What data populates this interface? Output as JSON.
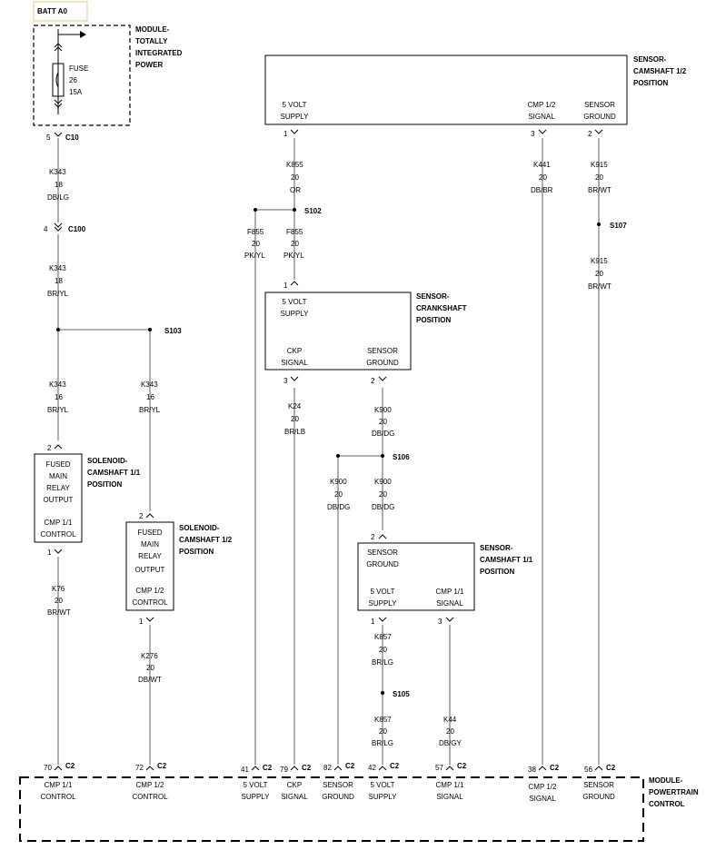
{
  "batt_label": "BATT A0",
  "components": {
    "tip": {
      "l1": "MODULE-",
      "l2": "TOTALLY",
      "l3": "INTEGRATED",
      "l4": "POWER"
    },
    "fuse": {
      "l1": "FUSE",
      "l2": "26",
      "l3": "15A"
    },
    "cmp12_sensor": {
      "l1": "SENSOR-",
      "l2": "CAMSHAFT 1/2",
      "l3": "POSITION",
      "pin1a": "5 VOLT",
      "pin1b": "SUPPLY",
      "pin3a": "CMP 1/2",
      "pin3b": "SIGNAL",
      "pin2a": "SENSOR",
      "pin2b": "GROUND"
    },
    "ckp_sensor": {
      "l1": "SENSOR-",
      "l2": "CRANKSHAFT",
      "l3": "POSITION",
      "pin1a": "5 VOLT",
      "pin1b": "SUPPLY",
      "pin3a": "CKP",
      "pin3b": "SIGNAL",
      "pin2a": "SENSOR",
      "pin2b": "GROUND"
    },
    "sol11": {
      "l1": "SOLENOID-",
      "l2": "CAMSHAFT 1/1",
      "l3": "POSITION",
      "i1": "FUSED",
      "i2": "MAIN",
      "i3": "RELAY",
      "i4": "OUTPUT",
      "i5": "CMP 1/1",
      "i6": "CONTROL"
    },
    "sol12": {
      "l1": "SOLENOID-",
      "l2": "CAMSHAFT 1/2",
      "l3": "POSITION",
      "i1": "FUSED",
      "i2": "MAIN",
      "i3": "RELAY",
      "i4": "OUTPUT",
      "i5": "CMP 1/2",
      "i6": "CONTROL"
    },
    "cmp11_sensor": {
      "l1": "SENSOR-",
      "l2": "CAMSHAFT 1/1",
      "l3": "POSITION",
      "pin2a": "SENSOR",
      "pin2b": "GROUND",
      "pin1a": "5 VOLT",
      "pin1b": "SUPPLY",
      "pin3a": "CMP 1/1",
      "pin3b": "SIGNAL"
    },
    "pcm": {
      "l1": "MODULE-",
      "l2": "POWERTRAIN",
      "l3": "CONTROL"
    }
  },
  "splices": {
    "s102": "S102",
    "s103": "S103",
    "s105": "S105",
    "s106": "S106",
    "s107": "S107"
  },
  "connectors": {
    "c10": "C10",
    "c100": "C100",
    "c2": "C2"
  },
  "pin_numbers": {
    "c10": "5",
    "c100": "4",
    "cmp12_1": "1",
    "cmp12_3": "3",
    "cmp12_2": "2",
    "ckp_1": "1",
    "ckp_3": "3",
    "ckp_2": "2",
    "sol11_2": "2",
    "sol11_1": "1",
    "sol12_2": "2",
    "sol12_1": "1",
    "cmp11_2": "2",
    "cmp11_1": "1",
    "cmp11_3": "3",
    "pcm_70": "70",
    "pcm_72": "72",
    "pcm_41": "41",
    "pcm_79": "79",
    "pcm_82": "82",
    "pcm_42": "42",
    "pcm_57": "57",
    "pcm_38": "38",
    "pcm_56": "56"
  },
  "wires": {
    "k343_a": [
      "K343",
      "18",
      "DB/LG"
    ],
    "k343_b": [
      "K343",
      "18",
      "BR/YL"
    ],
    "k343_c": [
      "K343",
      "16",
      "BR/YL"
    ],
    "k343_d": [
      "K343",
      "16",
      "BR/YL"
    ],
    "k855": [
      "K855",
      "20",
      "OR"
    ],
    "f855_a": [
      "F855",
      "20",
      "PK/YL"
    ],
    "f855_b": [
      "F855",
      "20",
      "PK/YL"
    ],
    "k441": [
      "K441",
      "20",
      "DB/BR"
    ],
    "k915_a": [
      "K915",
      "20",
      "BR/WT"
    ],
    "k915_b": [
      "K915",
      "20",
      "BR/WT"
    ],
    "k24": [
      "K24",
      "20",
      "BR/LB"
    ],
    "k900_a": [
      "K900",
      "20",
      "DB/DG"
    ],
    "k900_b": [
      "K900",
      "20",
      "DB/DG"
    ],
    "k900_c": [
      "K900",
      "20",
      "DB/DG"
    ],
    "k76": [
      "K76",
      "20",
      "BR/WT"
    ],
    "k276": [
      "K276",
      "20",
      "DB/WT"
    ],
    "k857_a": [
      "K857",
      "20",
      "BR/LG"
    ],
    "k857_b": [
      "K857",
      "20",
      "BR/LG"
    ],
    "k44": [
      "K44",
      "20",
      "DB/GY"
    ]
  },
  "pcm_pins": {
    "p70": [
      "CMP 1/1",
      "CONTROL"
    ],
    "p72": [
      "CMP 1/2",
      "CONTROL"
    ],
    "p41": [
      "5 VOLT",
      "SUPPLY"
    ],
    "p79": [
      "CKP",
      "SIGNAL"
    ],
    "p82": [
      "SENSOR",
      "GROUND"
    ],
    "p42": [
      "5 VOLT",
      "SUPPLY"
    ],
    "p57": [
      "CMP 1/1",
      "SIGNAL"
    ],
    "p38": [
      "CMP 1/2",
      "SIGNAL"
    ],
    "p56": [
      "SENSOR",
      "GROUND"
    ]
  }
}
